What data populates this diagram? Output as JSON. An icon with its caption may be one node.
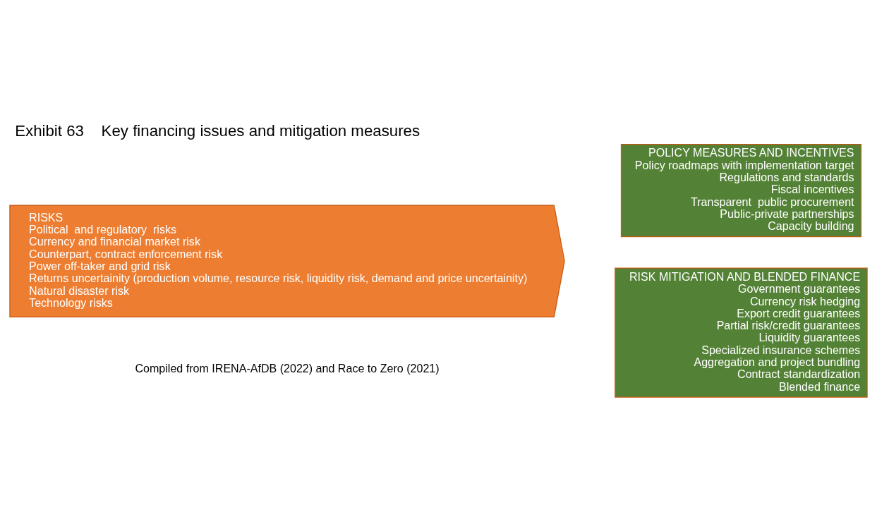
{
  "diagram": {
    "title": "Exhibit 63    Key financing issues and mitigation measures",
    "caption": "Compiled from IRENA-AfDB (2022) and Race to Zero (2021)",
    "nodes": [
      {
        "text": [
          "RISKS",
          "Political  and regulatory  risks",
          "Currency and financial market risk",
          "Counterpart, contract enforcement risk",
          "Power off-taker and grid risk",
          "Returns uncertainity (production volume, resource risk, liquidity risk, demand and price uncertainity)",
          "Natural disaster risk",
          "Technology risks"
        ]
      },
      {
        "text": [
          "POLICY MEASURES AND INCENTIVES",
          "Policy roadmaps with implementation target",
          "Regulations and standards",
          "Fiscal incentives",
          "Transparent  public procurement",
          "Public-private partnerships",
          "Capacity building"
        ]
      },
      {
        "text": [
          "RISK MITIGATION AND BLENDED FINANCE",
          "Government guarantees",
          "Currency risk hedging",
          "Export credit guarantees",
          "Partial risk/credit guarantees",
          "Liquidity guarantees",
          "Specialized insurance schemes",
          "Aggregation and project bundling",
          "Contract standardization",
          "Blended finance"
        ]
      }
    ],
    "edges": []
  }
}
